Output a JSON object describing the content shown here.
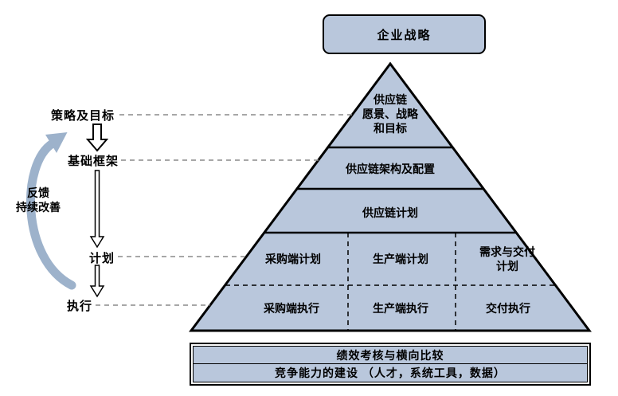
{
  "colors": {
    "shape_fill": "#b9c7dc",
    "outline": "#000000",
    "feedback_arrow": "#9db2cb",
    "connector_dash": "#8a8a8a"
  },
  "top_box": {
    "label": "企业战略"
  },
  "pyramid": {
    "layer1": "供应链\n愿景、战略\n和目标",
    "layer2": "供应链架构及配置",
    "layer3": "供应链计划",
    "row_plan": [
      "采购端计划",
      "生产端计划",
      "需求与交付\n计划"
    ],
    "row_exec": [
      "采购端执行",
      "生产端执行",
      "交付执行"
    ]
  },
  "left_labels": {
    "strategy": "策略及目标",
    "framework": "基础框架",
    "plan": "计划",
    "execute": "执行",
    "feedback": "反馈\n持续改善"
  },
  "bottom_box": {
    "row1": "绩效考核与横向比较",
    "row2": "竞争能力的建设 （人才，系统工具，数据）"
  }
}
